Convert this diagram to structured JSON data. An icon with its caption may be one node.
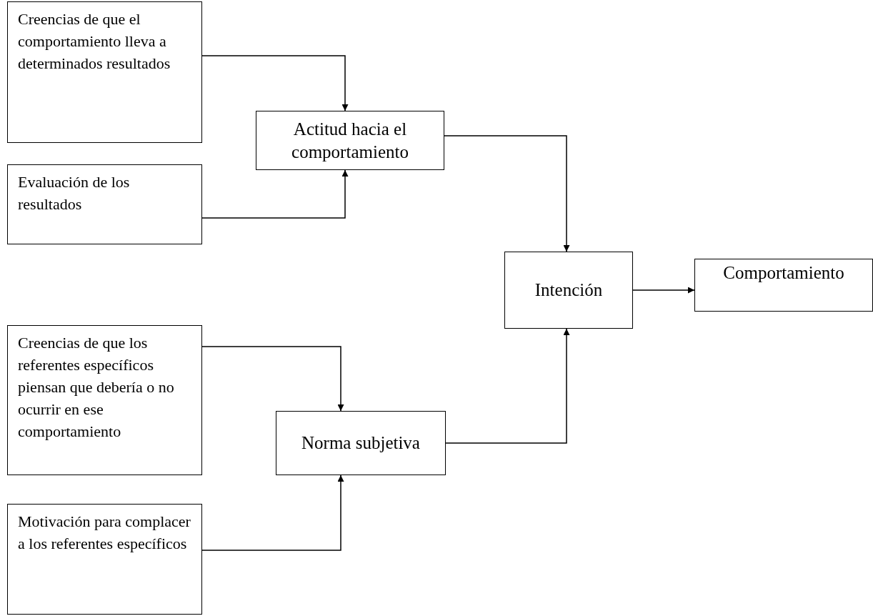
{
  "diagram": {
    "nodes": [
      {
        "text": [
          "Creencias de que el comportamiento lleva a determinados resultados"
        ]
      },
      {
        "text": [
          "Evaluación de los resultados"
        ]
      },
      {
        "text": [
          "Creencias de que los referentes específicos piensan que debería o no ocurrir en ese comportamiento"
        ]
      },
      {
        "text": [
          "Motivación para complacer a los referentes específicos"
        ]
      },
      {
        "text": [
          "Actitud hacia el comportamiento"
        ]
      },
      {
        "text": [
          "Norma subjetiva"
        ]
      },
      {
        "text": [
          "Intención"
        ]
      },
      {
        "text": [
          "Comportamiento"
        ]
      }
    ],
    "edges": [
      {
        "from": 0,
        "to": 4,
        "arrow": "to"
      },
      {
        "from": 1,
        "to": 4,
        "arrow": "to"
      },
      {
        "from": 2,
        "to": 5,
        "arrow": "to"
      },
      {
        "from": 3,
        "to": 5,
        "arrow": "to"
      },
      {
        "from": 4,
        "to": 6,
        "arrow": "to"
      },
      {
        "from": 5,
        "to": 6,
        "arrow": "to"
      },
      {
        "from": 6,
        "to": 7,
        "arrow": "to"
      }
    ]
  }
}
